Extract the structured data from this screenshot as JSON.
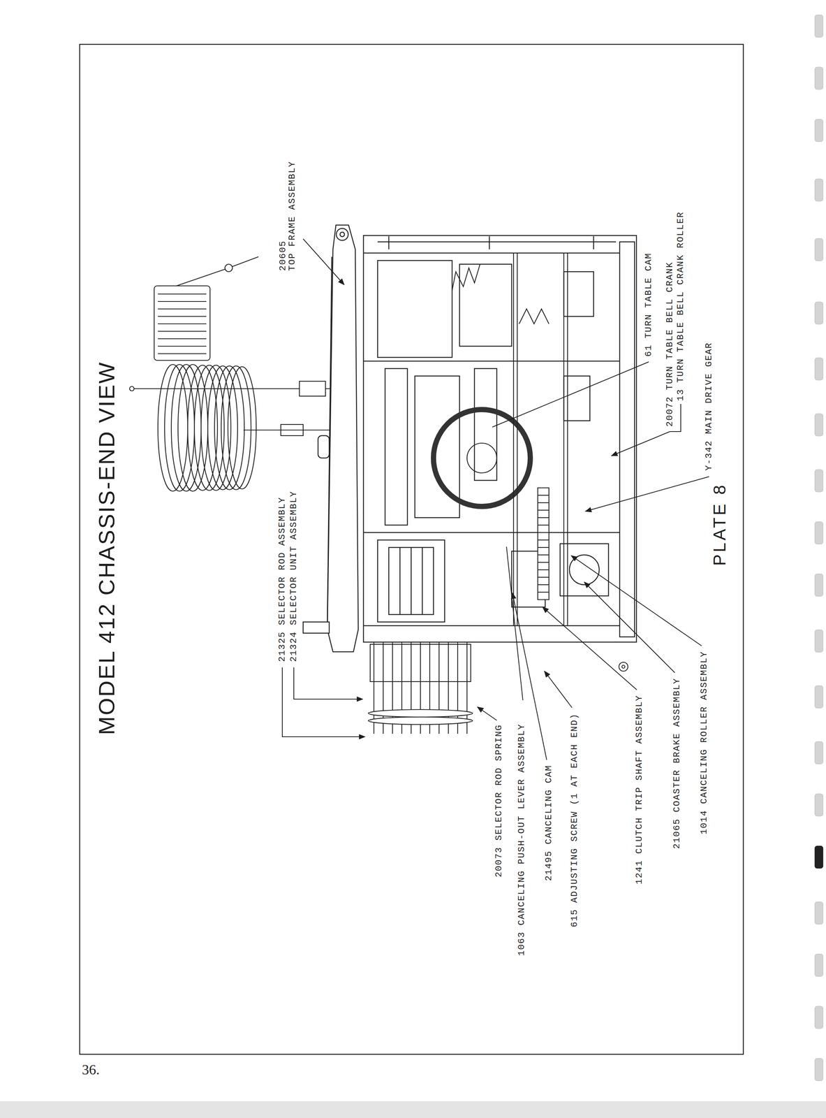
{
  "diagram": {
    "title": "MODEL 412 CHASSIS-END VIEW",
    "caption": "PLATE 8",
    "labels": [
      "20605",
      "TOP FRAME ASSEMBLY",
      "61 TURN TABLE CAM",
      "20072 TURN TABLE BELL CRANK",
      "13 TURN TABLE BELL CRANK ROLLER",
      "Y-342 MAIN DRIVE GEAR",
      "21325 SELECTOR ROD ASSEMBLY",
      "21324 SELECTOR UNIT ASSEMBLY",
      "20073 SELECTOR ROD SPRING",
      "1063 CANCELING PUSH-OUT LEVER ASSEMBLY",
      "21495 CANCELING CAM",
      "615 ADJUSTING SCREW (1 AT EACH END)",
      "1241 CLUTCH TRIP SHAFT ASSEMBLY",
      "21065 COASTER BRAKE ASSEMBLY",
      "1014 CANCELING ROLLER ASSEMBLY",
      "36."
    ]
  }
}
